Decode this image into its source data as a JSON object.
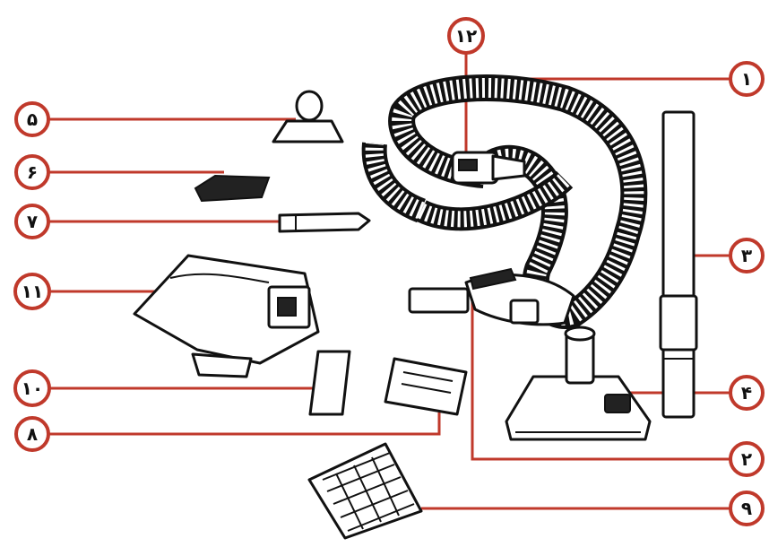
{
  "callouts": {
    "c1": "١",
    "c2": "٢",
    "c3": "٣",
    "c4": "۴",
    "c5": "۵",
    "c6": "۶",
    "c7": "٧",
    "c8": "٨",
    "c9": "٩",
    "c10": "١٠",
    "c11": "١١",
    "c12": "١٢"
  },
  "colors": {
    "callout_ring": "#c0392b",
    "leader_line": "#c0392b",
    "outline": "#111111"
  }
}
